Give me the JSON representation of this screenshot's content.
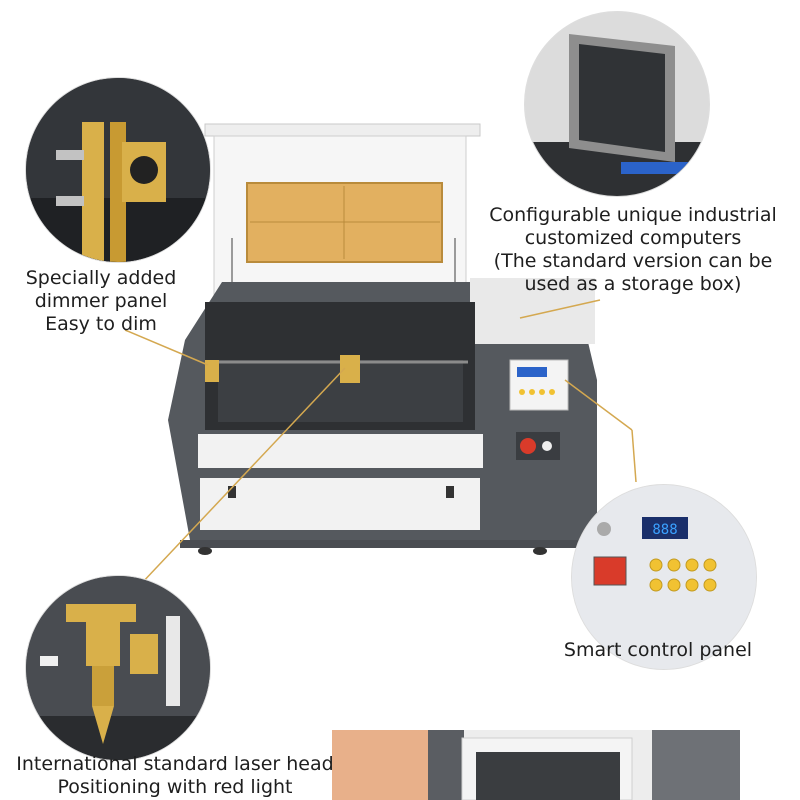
{
  "callouts": {
    "dimmer": {
      "line1": "Specially added",
      "line2": "dimmer panel",
      "line3": "Easy to dim"
    },
    "computer": {
      "line1": "Configurable unique industrial",
      "line2": "customized computers",
      "line3": "(The standard version can be",
      "line4": "used as a storage box)"
    },
    "control_panel": {
      "line1": "Smart control panel"
    },
    "laser_head": {
      "line1": "International standard laser head",
      "line2": "Positioning with red light"
    }
  },
  "colors": {
    "machine_gray": "#55595e",
    "machine_white": "#f2f2f2",
    "lid_window": "#e2b060",
    "accent_gold": "#d9b04a",
    "callout_line": "#d4a850",
    "button_yellow": "#f1c232",
    "switch_red": "#d93b2a"
  },
  "icons": {
    "control_panel": "control-panel-icon",
    "estop": "emergency-stop-icon"
  }
}
